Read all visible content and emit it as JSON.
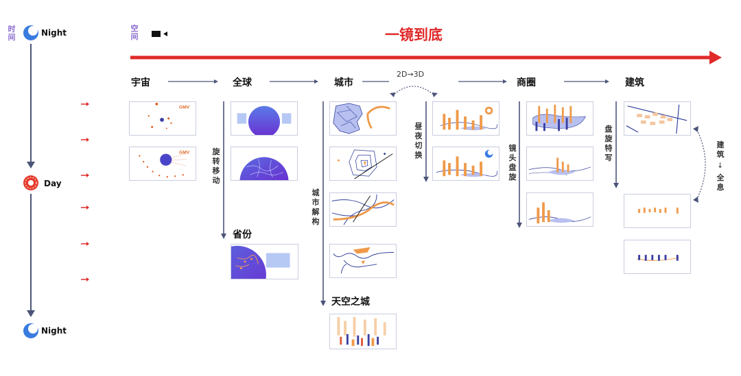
{
  "time_axis": {
    "label": "时间",
    "top": "Night",
    "middle": "Day",
    "bottom": "Night"
  },
  "space_axis": {
    "label": "空间"
  },
  "title": "一镜到底",
  "stages": {
    "universe": "宇宙",
    "globe": "全球",
    "city": "城市",
    "district": "商圈",
    "building": "建筑",
    "province": "省份",
    "sky_city": "天空之城"
  },
  "transitions": {
    "dim": "2D→3D",
    "rotate_move": "旋转移动",
    "city_dissect": "城市解构",
    "day_night": "昼夜切换",
    "lens_orbit": "镜头盘旋",
    "orbit_closeup": "盘旋特写",
    "building_hologram_a": "建筑",
    "building_hologram_b": "全息"
  },
  "badges": {
    "gmv": "GMV"
  },
  "colors": {
    "accent_red": "#e02a2a",
    "navy": "#2f3d9a",
    "orange": "#ef9a4a",
    "arrow": "#4b5478"
  }
}
